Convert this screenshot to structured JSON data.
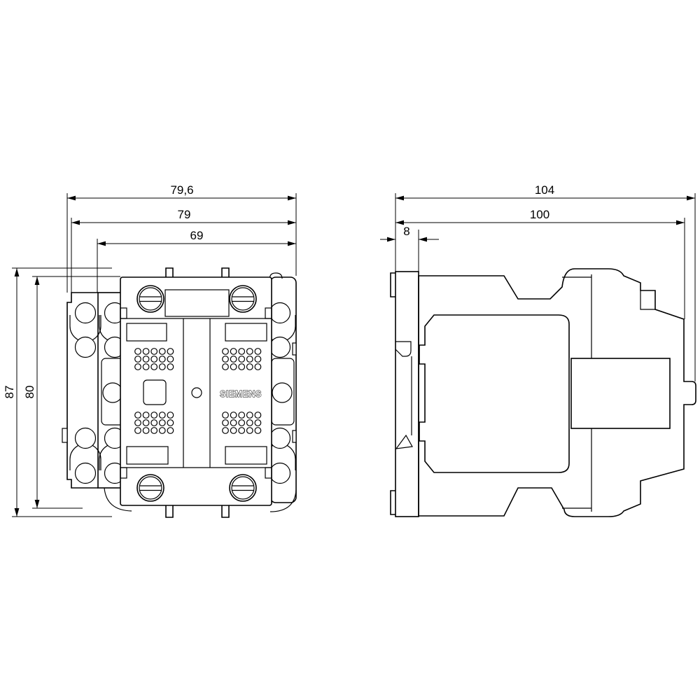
{
  "page": {
    "background_color": "#ffffff",
    "line_color": "#000000",
    "description": "Technical dimension drawing, front and side view of a contactor"
  },
  "front_view": {
    "name": "front-view",
    "brand_label": "SIEMENS",
    "dimensions": {
      "width_overall": "79,6",
      "width_body": "79",
      "width_inner": "69",
      "height_overall": "87",
      "height_body": "80"
    }
  },
  "side_view": {
    "name": "side-view",
    "dimensions": {
      "depth_overall": "104",
      "depth_body": "100",
      "rail_offset": "8"
    }
  }
}
